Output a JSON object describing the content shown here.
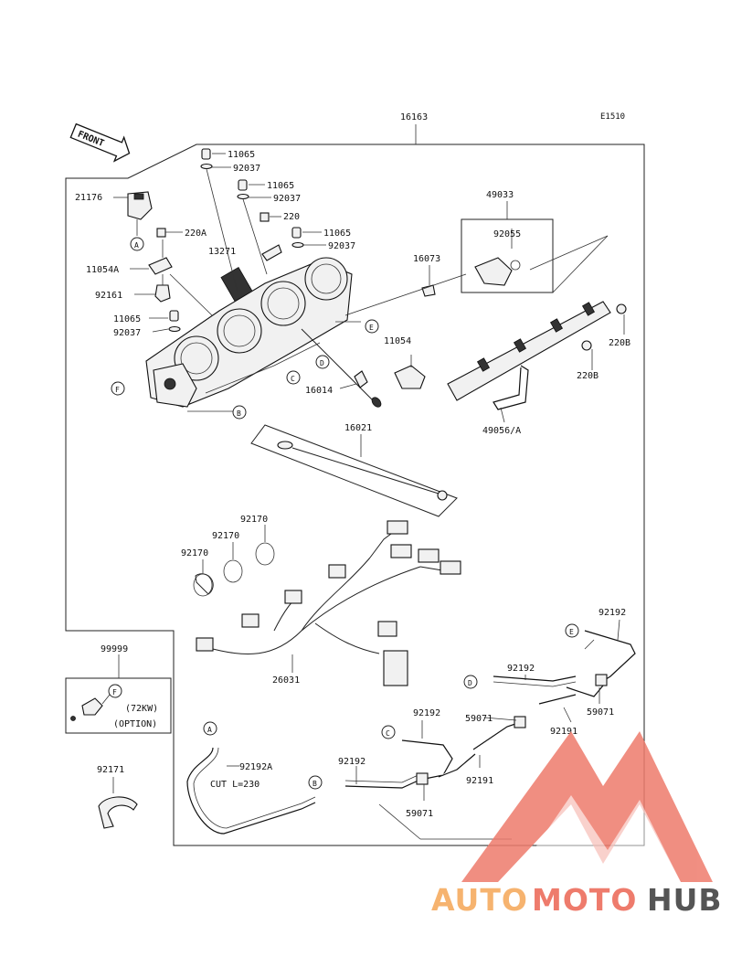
{
  "diagram_code": "E1510",
  "front_label": "FRONT",
  "main_assembly": "16163",
  "parts": {
    "p11065_a": "11065",
    "p92037_a": "92037",
    "p11065_b": "11065",
    "p92037_b": "92037",
    "p21176": "21176",
    "p220": "220",
    "p220a": "220A",
    "p11065_c": "11065",
    "p92037_c": "92037",
    "p13271": "13271",
    "p11054a": "11054A",
    "p92161": "92161",
    "p11065_d": "11065",
    "p92037_d": "92037",
    "p49033": "49033",
    "p92055": "92055",
    "p16073": "16073",
    "p11054": "11054",
    "p16014": "16014",
    "p220b_a": "220B",
    "p220b_b": "220B",
    "p49056a": "49056/A",
    "p16021": "16021",
    "p92170_a": "92170",
    "p92170_b": "92170",
    "p92170_c": "92170",
    "p26031": "26031",
    "p99999": "99999",
    "p92192_a": "92192",
    "p92192_b": "92192",
    "p92192_c": "92192",
    "p92192_d": "92192",
    "p59071_a": "59071",
    "p59071_b": "59071",
    "p92191_a": "92191",
    "p92191_b": "92191",
    "p92192a": "92192A",
    "cut_note": "CUT L=230",
    "p92171": "92171"
  },
  "option": {
    "line1": "(72KW)",
    "line2": "(OPTION)"
  },
  "callouts": {
    "A": "A",
    "B": "B",
    "C": "C",
    "D": "D",
    "E": "E",
    "F": "F"
  },
  "watermark": {
    "part1": "AUTO",
    "part2": "MOTO",
    "part3": "HUB",
    "color1": "#f6b36f",
    "color2": "#ee7b6c",
    "color3": "#555555",
    "logo_color": "#ee7b6c"
  }
}
